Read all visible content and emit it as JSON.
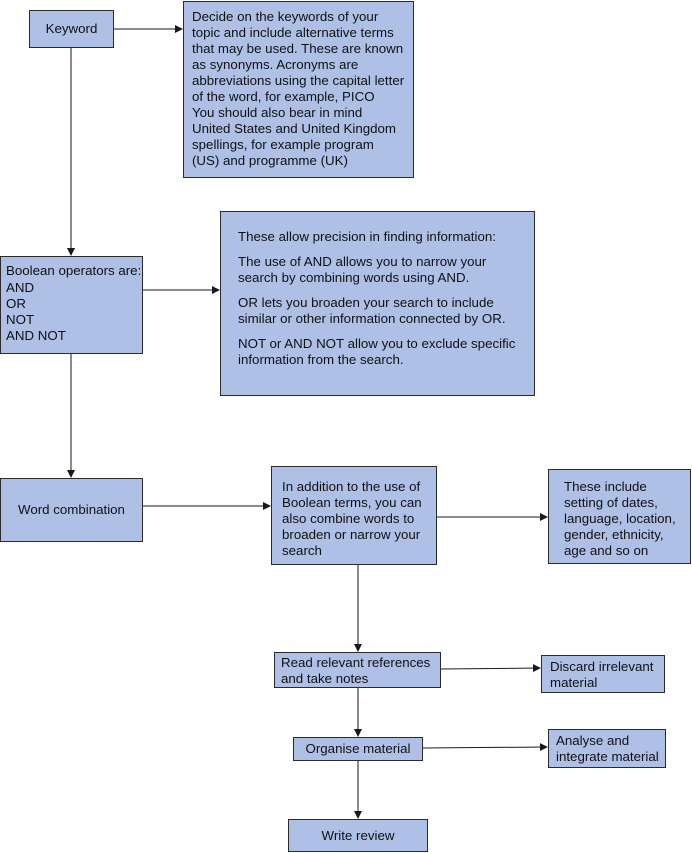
{
  "diagram": {
    "nodes": {
      "keyword": {
        "label": "Keyword"
      },
      "keyword_desc": {
        "lines": [
          "Decide on the keywords of your",
          "topic and include alternative terms",
          "that may be used. These are known",
          "as synonyms.  Acronyms are",
          "abbreviations using the capital letter",
          "of the word, for example, PICO",
          "You should also bear in mind",
          "United States and United Kingdom",
          "spellings, for example program",
          "(US) and programme (UK)"
        ]
      },
      "boolean": {
        "title": "Boolean operators are:",
        "items": [
          "AND",
          "OR",
          "NOT",
          "AND NOT"
        ]
      },
      "boolean_desc": {
        "paragraphs": [
          [
            "These allow precision in finding information:"
          ],
          [
            "The use of AND allows you to narrow your",
            "search by combining words using AND."
          ],
          [
            "OR lets you broaden your search to include",
            "similar or other information connected by OR."
          ],
          [
            "NOT or AND NOT allow you to exclude specific",
            "information from the search."
          ]
        ]
      },
      "word_combination": {
        "label": "Word combination"
      },
      "combination_desc": {
        "lines": [
          "In addition to the use of",
          "Boolean terms, you can",
          "also combine words to",
          "broaden or narrow your",
          "search"
        ]
      },
      "includes": {
        "lines": [
          "These include",
          "setting of dates,",
          "language, location,",
          "gender, ethnicity,",
          "age and so on"
        ]
      },
      "read": {
        "lines": [
          "Read relevant references",
          "and take notes"
        ]
      },
      "discard": {
        "lines": [
          "Discard irrelevant",
          "material"
        ]
      },
      "organise": {
        "label": "Organise material"
      },
      "analyse": {
        "lines": [
          "Analyse and",
          "integrate material"
        ]
      },
      "write": {
        "label": "Write review"
      }
    },
    "colors": {
      "box_fill": "#aec0e5",
      "box_border": "#2b2b2b",
      "arrow": "#1a1a1a"
    }
  }
}
